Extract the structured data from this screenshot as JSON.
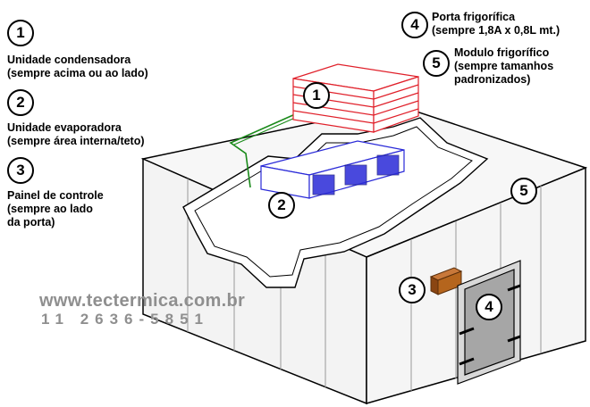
{
  "legend": {
    "item1": {
      "number": "1",
      "text": "Unidade condensadora\n(sempre acima ou ao lado)"
    },
    "item2": {
      "number": "2",
      "text": "Unidade evaporadora\n(sempre área interna/teto)"
    },
    "item3": {
      "number": "3",
      "text": "Painel de controle\n(sempre ao lado\nda porta)"
    },
    "item4": {
      "number": "4",
      "text": "Porta frigorífica\n(sempre 1,8A x 0,8L mt.)"
    },
    "item5": {
      "number": "5",
      "text": "Modulo frigorífico\n(sempre tamanhos\npadronizados)"
    }
  },
  "callouts": {
    "condenser": "1",
    "evaporator": "2",
    "panel": "3",
    "door": "4",
    "module": "5"
  },
  "watermark": {
    "site": "www.tectermica.com.br",
    "phone": "11 2636-5851"
  },
  "colors": {
    "condenser": "#e0202a",
    "evaporator": "#2a2ad8",
    "pipe": "#1a8a1a",
    "panel_box": "#b5651d",
    "door": "#9a9a9a",
    "outline": "#000000"
  }
}
